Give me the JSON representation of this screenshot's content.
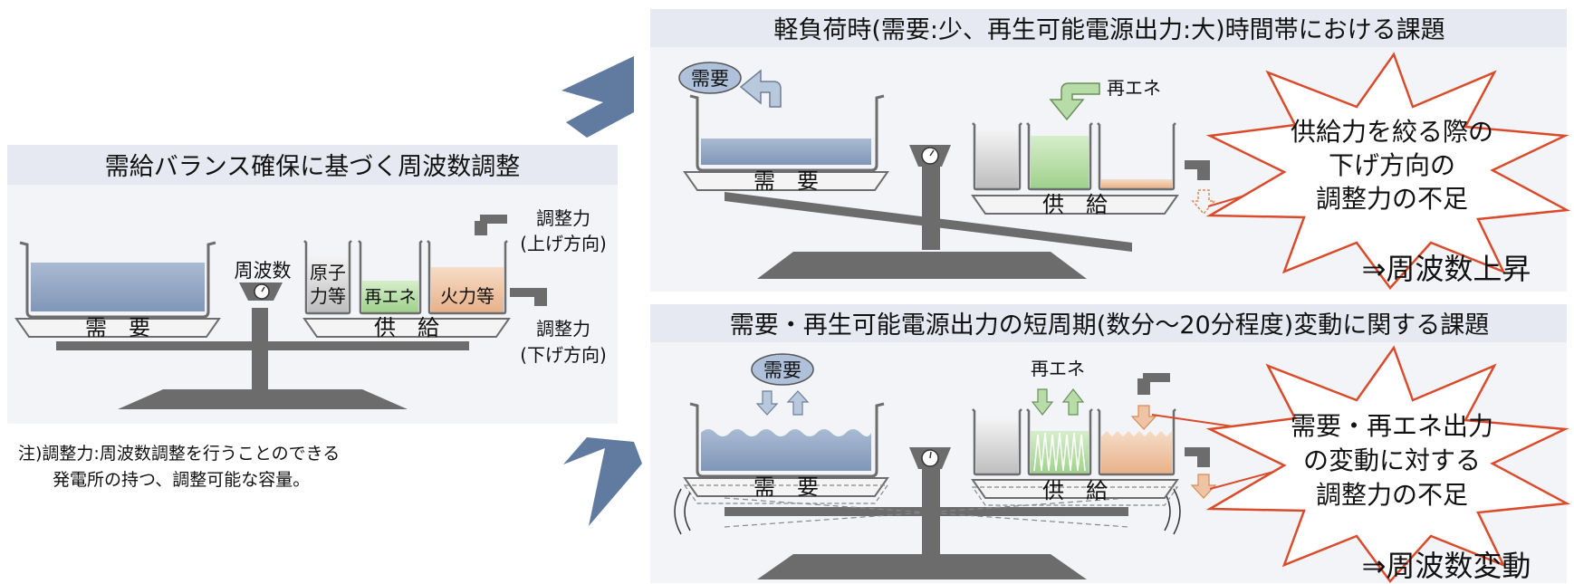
{
  "left_panel": {
    "title": "需給バランス確保に基づく周波数調整",
    "demand_label": "需　要",
    "supply_label": "供　給",
    "frequency_label": "周波数",
    "nuclear_label_1": "原子",
    "nuclear_label_2": "力等",
    "renewable_label": "再エネ",
    "thermal_label": "火力等",
    "adjust_up_1": "調整力",
    "adjust_up_2": "(上げ方向)",
    "adjust_down_1": "調整力",
    "adjust_down_2": "(下げ方向)"
  },
  "note": {
    "line1": "注)調整力:周波数調整を行うことのできる",
    "line2": "発電所の持つ、調整可能な容量。"
  },
  "top_panel": {
    "title": "軽負荷時(需要:少、再生可能電源出力:大)時間帯における課題",
    "demand_bubble": "需要",
    "renewable_label": "再エネ",
    "demand_label": "需　要",
    "supply_label": "供　給",
    "callout_1": "供給力を絞る際の",
    "callout_2": "下げ方向の",
    "callout_3": "調整力の不足",
    "result": "⇒周波数上昇"
  },
  "bottom_panel": {
    "title": "需要・再生可能電源出力の短周期(数分～20分程度)変動に関する課題",
    "demand_bubble": "需要",
    "renewable_label": "再エネ",
    "demand_label": "需　要",
    "supply_label": "供　給",
    "callout_1": "需要・再エネ出力",
    "callout_2": "の変動に対する",
    "callout_3": "調整力の不足",
    "result": "⇒周波数変動"
  },
  "colors": {
    "header_bg": "#e6e9f1",
    "panel_bg": "#f2f4f8",
    "water": "#8fa3c0",
    "renewable": "#b8dca8",
    "thermal": "#eec4a4",
    "nuclear": "#d2d2d2",
    "scale": "#6c6c6c",
    "arrow_blue": "#607b9f",
    "burst": "#d94b2b"
  }
}
